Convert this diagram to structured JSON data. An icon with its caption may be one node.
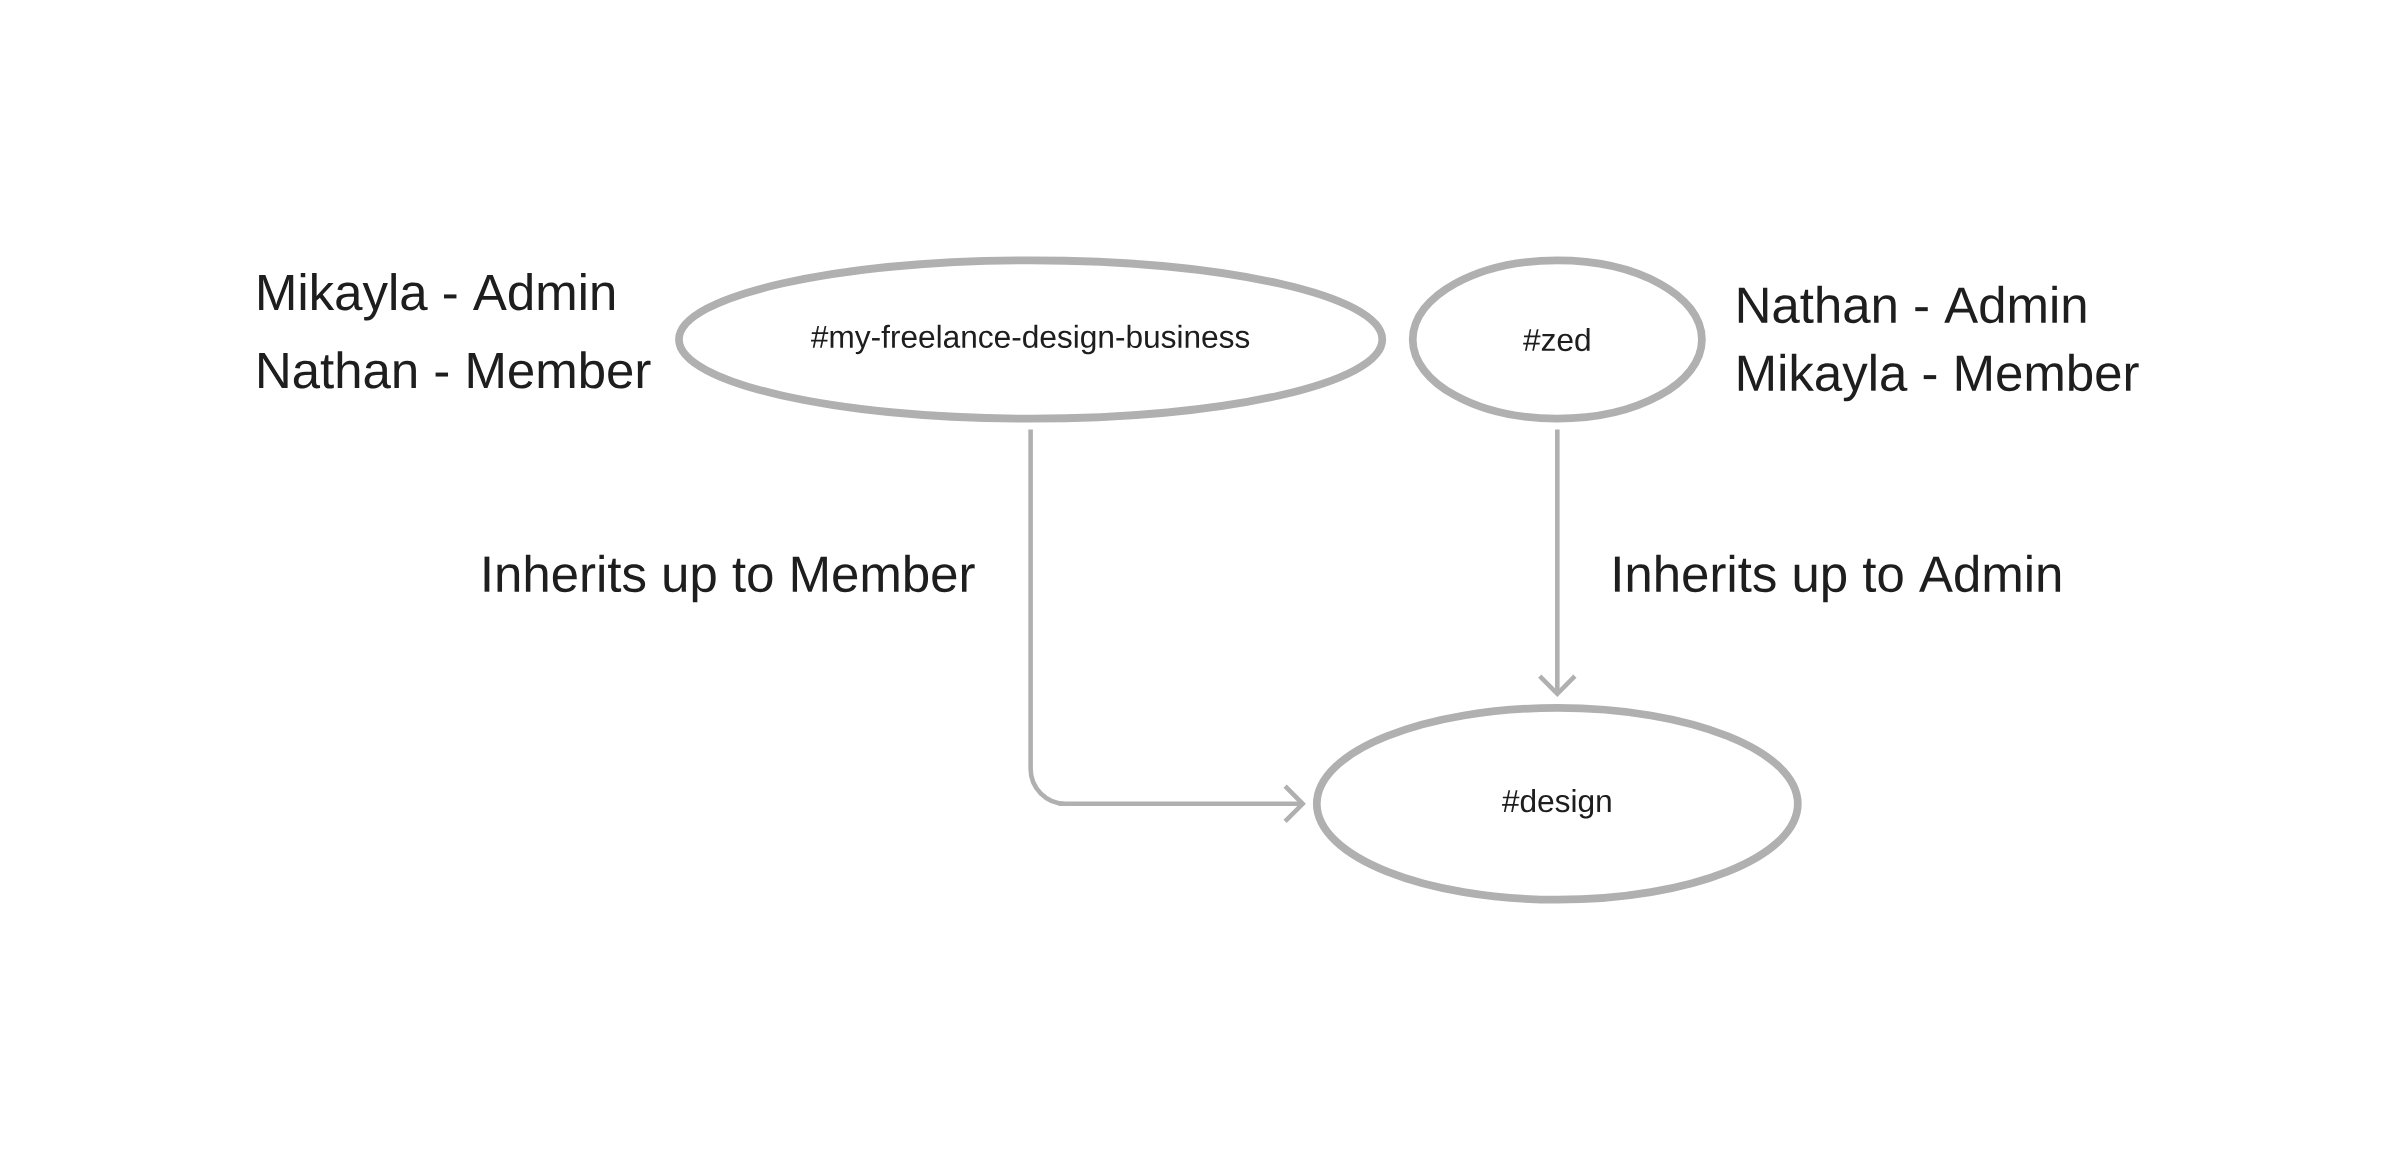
{
  "diagram": {
    "nodes": [
      {
        "text": [
          "#my-freelance-design-business"
        ],
        "beside": [
          "Mikayla - Admin",
          "Nathan - Member"
        ]
      },
      {
        "text": [
          "#zed"
        ],
        "beside": [
          "Nathan - Admin",
          "Mikayla - Member"
        ]
      },
      {
        "text": [
          "#design"
        ]
      }
    ],
    "edges": [
      {
        "from": 0,
        "to": 2,
        "arrow": "to",
        "label": "Inherits up to Member"
      },
      {
        "from": 1,
        "to": 2,
        "arrow": "to",
        "label": "Inherits up to Admin"
      }
    ]
  }
}
